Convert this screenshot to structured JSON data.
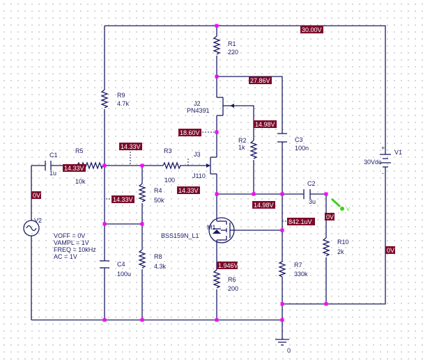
{
  "components": {
    "R1": {
      "name": "R1",
      "value": "220"
    },
    "R2": {
      "name": "R2",
      "value": "1k"
    },
    "R3": {
      "name": "R3",
      "value": "100"
    },
    "R4": {
      "name": "R4",
      "value": "50k"
    },
    "R5": {
      "name": "R5",
      "value": "10k"
    },
    "R6": {
      "name": "R6",
      "value": "200"
    },
    "R7": {
      "name": "R7",
      "value": "330k"
    },
    "R8": {
      "name": "R8",
      "value": "4.3k"
    },
    "R9": {
      "name": "R9",
      "value": "4.7k"
    },
    "R10": {
      "name": "R10",
      "value": "2k"
    },
    "C1": {
      "name": "C1",
      "value": "1u"
    },
    "C2": {
      "name": "C2",
      "value": "3u"
    },
    "C3": {
      "name": "C3",
      "value": "100n"
    },
    "C4": {
      "name": "C4",
      "value": "100u"
    },
    "J2": {
      "name": "J2",
      "value": "PN4391"
    },
    "J3": {
      "name": "J3",
      "value": "J110"
    },
    "M1": {
      "name": "M1",
      "value": "BSS159N_L1"
    },
    "V1": {
      "name": "V1",
      "value": "30Vdc"
    },
    "V2": {
      "name": "V2",
      "params": [
        "VOFF = 0V",
        "VAMPL = 1V",
        "FREQ = 10kHz",
        "AC = 1V"
      ]
    },
    "ground": {
      "label": "0"
    }
  },
  "voltages": {
    "v_top": "30.00V",
    "v_r1": "27.86V",
    "v_j2g": "18.60V",
    "v_r2top": "14.98V",
    "v_out": "14.98V",
    "v_r3": "14.33V",
    "v_r5": "14.33V",
    "v_r4": "14.33V",
    "v_j3s": "14.33V",
    "v_v2": "0V",
    "v_c2": "0V",
    "v_v1": "0V",
    "v_m1g": "842.1uV",
    "v_r6": "1.946V"
  }
}
